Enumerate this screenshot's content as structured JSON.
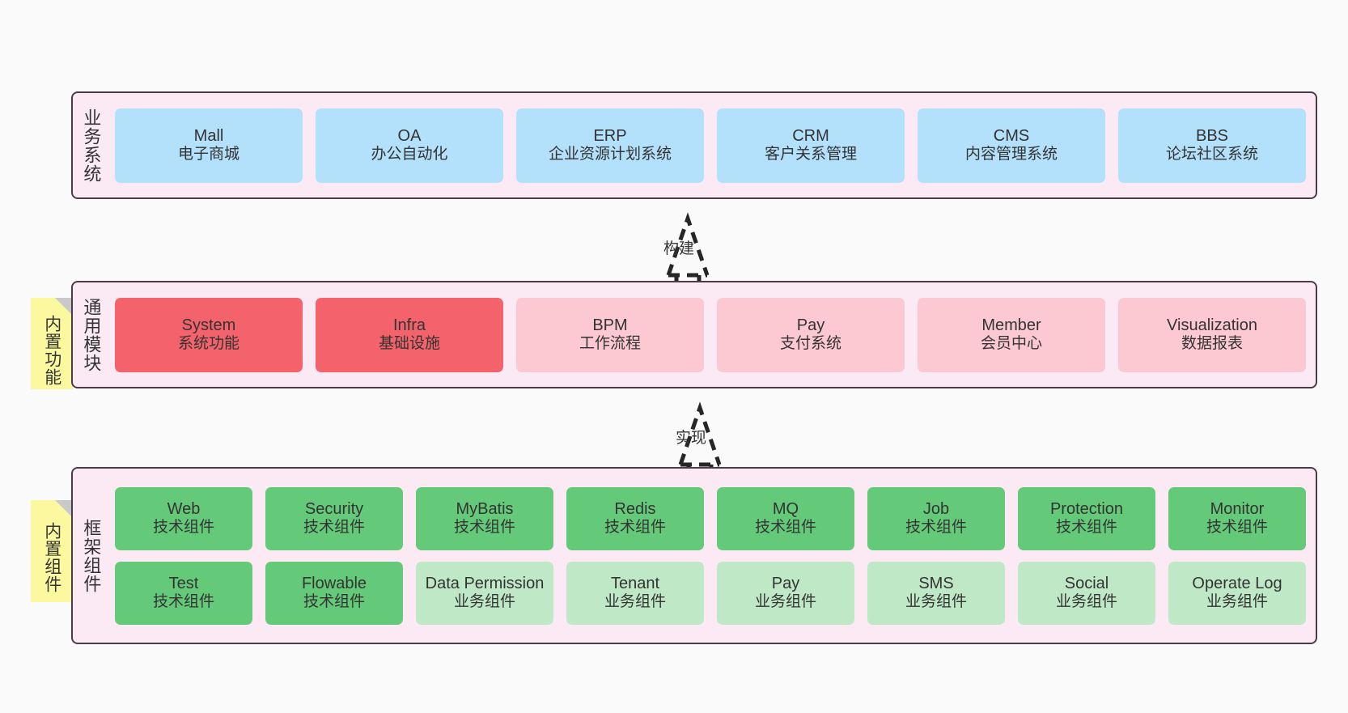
{
  "diagram": {
    "title_text": "",
    "background": "#fafafa",
    "band_fill": "#fbeaf4",
    "band_stroke": "#4a3b49",
    "colors": {
      "business": "#b3e0fb",
      "module_active": "#f4636c",
      "module_plan": "#fcc8d2",
      "framework_tech": "#64ca79",
      "framework_biz": "#bfe8c6",
      "sticky": "#fcf8a0",
      "sticky_fold": "#c9c9c9",
      "text": "#333333"
    }
  },
  "layers": [
    {
      "id": "business",
      "title": "业务系统",
      "rows": [
        {
          "cards": [
            {
              "name": "Mall",
              "desc": "电子商城"
            },
            {
              "name": "OA",
              "desc": "办公自动化"
            },
            {
              "name": "ERP",
              "desc": "企业资源计划系统"
            },
            {
              "name": "CRM",
              "desc": "客户关系管理"
            },
            {
              "name": "CMS",
              "desc": "内容管理系统"
            },
            {
              "name": "BBS",
              "desc": "论坛社区系统"
            }
          ]
        }
      ]
    },
    {
      "id": "modules",
      "title": "通用模块",
      "sticky": "内置功能",
      "rows": [
        {
          "cards": [
            {
              "name": "System",
              "desc": "系统功能"
            },
            {
              "name": "Infra",
              "desc": "基础设施"
            },
            {
              "name": "BPM",
              "desc": "工作流程"
            },
            {
              "name": "Pay",
              "desc": "支付系统"
            },
            {
              "name": "Member",
              "desc": "会员中心"
            },
            {
              "name": "Visualization",
              "desc": "数据报表"
            }
          ]
        }
      ]
    },
    {
      "id": "framework",
      "title": "框架组件",
      "sticky": "内置组件",
      "rows": [
        {
          "cards": [
            {
              "name": "Web",
              "desc": "技术组件"
            },
            {
              "name": "Security",
              "desc": "技术组件"
            },
            {
              "name": "MyBatis",
              "desc": "技术组件"
            },
            {
              "name": "Redis",
              "desc": "技术组件"
            },
            {
              "name": "MQ",
              "desc": "技术组件"
            },
            {
              "name": "Job",
              "desc": "技术组件"
            },
            {
              "name": "Protection",
              "desc": "技术组件"
            },
            {
              "name": "Monitor",
              "desc": "技术组件"
            }
          ]
        },
        {
          "cards": [
            {
              "name": "Test",
              "desc": "技术组件"
            },
            {
              "name": "Flowable",
              "desc": "技术组件"
            },
            {
              "name": "Data Permission",
              "desc": "业务组件"
            },
            {
              "name": "Tenant",
              "desc": "业务组件"
            },
            {
              "name": "Pay",
              "desc": "业务组件"
            },
            {
              "name": "SMS",
              "desc": "业务组件"
            },
            {
              "name": "Social",
              "desc": "业务组件"
            },
            {
              "name": "Operate Log",
              "desc": "业务组件"
            }
          ]
        }
      ]
    }
  ],
  "connectors": [
    {
      "id": "build",
      "label": "构建"
    },
    {
      "id": "implement",
      "label": "实现"
    }
  ]
}
